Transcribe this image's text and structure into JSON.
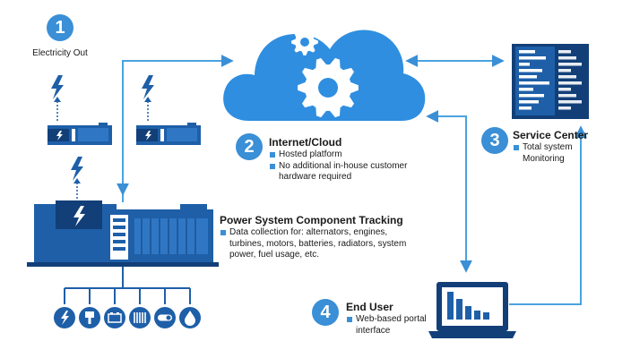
{
  "steps": [
    {
      "number": "1",
      "title": "Electricity Out",
      "bullets": []
    },
    {
      "number": "2",
      "title": "Internet/Cloud",
      "bullets": [
        "Hosted platform",
        "No additional in-house customer hardware required"
      ]
    },
    {
      "number": "3",
      "title": "Service Center",
      "bullets": [
        "Total system Monitoring"
      ]
    },
    {
      "number": "4",
      "title": "End User",
      "bullets": [
        "Web-based portal interface"
      ]
    }
  ],
  "tracking": {
    "title": "Power System Component Tracking",
    "bullets": [
      "Data collection for: alternators, engines, turbines, motors, batteries, radiators, system power, fuel usage, etc."
    ]
  },
  "sensor_icons": [
    "lightning-icon",
    "piston-icon",
    "battery-icon",
    "radiator-icon",
    "fuel-gauge-icon",
    "drop-icon"
  ],
  "colors": {
    "dark_blue": "#1e5fa8",
    "navy": "#123f78",
    "light_blue": "#3a8fd6",
    "arrow": "#4aa3df"
  }
}
